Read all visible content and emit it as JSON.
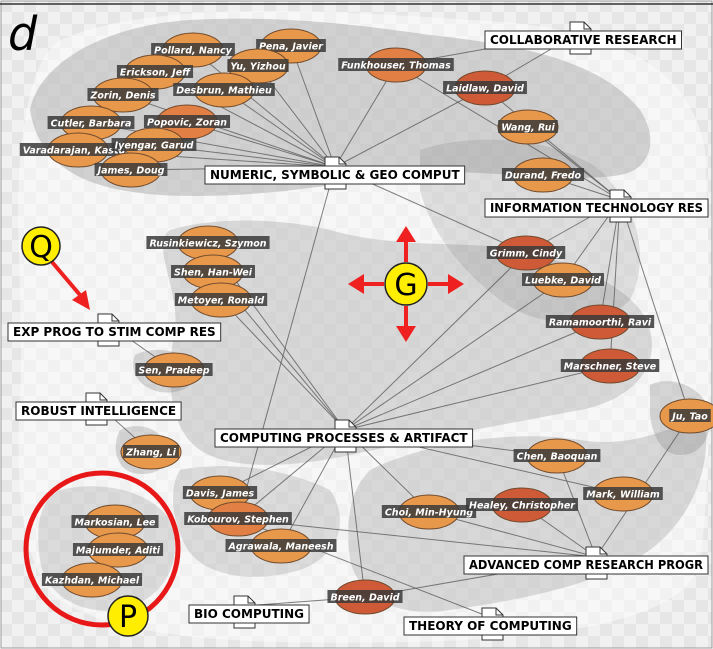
{
  "panel_label": "d",
  "colors": {
    "background": "#ffffff",
    "panel_frame": "#e9e9e9",
    "region_fill": "#6e6e6e",
    "node_light": "#e8984a",
    "node_mid": "#e27f45",
    "node_dark": "#cf5a37",
    "node_outline": "#6e4a2e",
    "edge": "#555555",
    "label_bg": "#3a3a3a",
    "marker_yellow": "#ffee00",
    "arrow_red": "#ee2020",
    "circle_red": "#e81818"
  },
  "markers": {
    "g": "G",
    "q": "Q",
    "p": "P"
  },
  "people": [
    {
      "name": "Pollard, Nancy",
      "shade": "light"
    },
    {
      "name": "Pena, Javier",
      "shade": "light"
    },
    {
      "name": "Erickson, Jeff",
      "shade": "light"
    },
    {
      "name": "Yu, Yizhou",
      "shade": "light"
    },
    {
      "name": "Zorin, Denis",
      "shade": "light"
    },
    {
      "name": "Desbrun, Mathieu",
      "shade": "light"
    },
    {
      "name": "Funkhouser, Thomas",
      "shade": "mid"
    },
    {
      "name": "Laidlaw, David",
      "shade": "dark"
    },
    {
      "name": "Cutler, Barbara",
      "shade": "light"
    },
    {
      "name": "Popovic, Zoran",
      "shade": "mid"
    },
    {
      "name": "Varadarajan, Kasturi",
      "shade": "light"
    },
    {
      "name": "Iyengar, Garud",
      "shade": "light"
    },
    {
      "name": "Wang, Rui",
      "shade": "light"
    },
    {
      "name": "James, Doug",
      "shade": "light"
    },
    {
      "name": "Durand, Fredo",
      "shade": "light"
    },
    {
      "name": "Rusinkiewicz, Szymon",
      "shade": "light"
    },
    {
      "name": "Grimm, Cindy",
      "shade": "dark"
    },
    {
      "name": "Shen, Han-Wei",
      "shade": "light"
    },
    {
      "name": "Luebke, David",
      "shade": "light"
    },
    {
      "name": "Metoyer, Ronald",
      "shade": "light"
    },
    {
      "name": "Ramamoorthi, Ravi",
      "shade": "dark"
    },
    {
      "name": "Sen, Pradeep",
      "shade": "light"
    },
    {
      "name": "Marschner, Steve",
      "shade": "dark"
    },
    {
      "name": "Zhang, Li",
      "shade": "light"
    },
    {
      "name": "Ju, Tao",
      "shade": "light"
    },
    {
      "name": "Chen, Baoquan",
      "shade": "light"
    },
    {
      "name": "Davis, James",
      "shade": "light"
    },
    {
      "name": "Kobourov, Stephen",
      "shade": "mid"
    },
    {
      "name": "Choi, Min-Hyung",
      "shade": "light"
    },
    {
      "name": "Healey, Christopher",
      "shade": "dark"
    },
    {
      "name": "Mark, William",
      "shade": "light"
    },
    {
      "name": "Agrawala, Maneesh",
      "shade": "light"
    },
    {
      "name": "Markosian, Lee",
      "shade": "light"
    },
    {
      "name": "Majumder, Aditi",
      "shade": "light"
    },
    {
      "name": "Kazhdan, Michael",
      "shade": "light"
    },
    {
      "name": "Breen, David",
      "shade": "dark"
    }
  ],
  "grants": [
    {
      "name": "COLLABORATIVE RESEARCH"
    },
    {
      "name": "NUMERIC, SYMBOLIC & GEO COMPUT"
    },
    {
      "name": "INFORMATION TECHNOLOGY RES"
    },
    {
      "name": "EXP PROG TO STIM COMP RES"
    },
    {
      "name": "ROBUST INTELLIGENCE"
    },
    {
      "name": "COMPUTING PROCESSES & ARTIFACT"
    },
    {
      "name": "ADVANCED COMP RESEARCH PROGR"
    },
    {
      "name": "BIO COMPUTING"
    },
    {
      "name": "THEORY OF COMPUTING"
    }
  ],
  "links": [
    [
      "Pollard, Nancy",
      "NUMERIC, SYMBOLIC & GEO COMPUT"
    ],
    [
      "Pena, Javier",
      "NUMERIC, SYMBOLIC & GEO COMPUT"
    ],
    [
      "Erickson, Jeff",
      "NUMERIC, SYMBOLIC & GEO COMPUT"
    ],
    [
      "Yu, Yizhou",
      "NUMERIC, SYMBOLIC & GEO COMPUT"
    ],
    [
      "Zorin, Denis",
      "NUMERIC, SYMBOLIC & GEO COMPUT"
    ],
    [
      "Desbrun, Mathieu",
      "NUMERIC, SYMBOLIC & GEO COMPUT"
    ],
    [
      "Cutler, Barbara",
      "NUMERIC, SYMBOLIC & GEO COMPUT"
    ],
    [
      "Popovic, Zoran",
      "NUMERIC, SYMBOLIC & GEO COMPUT"
    ],
    [
      "Varadarajan, Kasturi",
      "NUMERIC, SYMBOLIC & GEO COMPUT"
    ],
    [
      "Iyengar, Garud",
      "NUMERIC, SYMBOLIC & GEO COMPUT"
    ],
    [
      "James, Doug",
      "NUMERIC, SYMBOLIC & GEO COMPUT"
    ],
    [
      "Funkhouser, Thomas",
      "NUMERIC, SYMBOLIC & GEO COMPUT"
    ],
    [
      "Laidlaw, David",
      "NUMERIC, SYMBOLIC & GEO COMPUT"
    ],
    [
      "Grimm, Cindy",
      "NUMERIC, SYMBOLIC & GEO COMPUT"
    ],
    [
      "Funkhouser, Thomas",
      "COLLABORATIVE RESEARCH"
    ],
    [
      "Laidlaw, David",
      "COLLABORATIVE RESEARCH"
    ],
    [
      "Funkhouser, Thomas",
      "INFORMATION TECHNOLOGY RES"
    ],
    [
      "Laidlaw, David",
      "INFORMATION TECHNOLOGY RES"
    ],
    [
      "Wang, Rui",
      "INFORMATION TECHNOLOGY RES"
    ],
    [
      "Durand, Fredo",
      "INFORMATION TECHNOLOGY RES"
    ],
    [
      "Grimm, Cindy",
      "INFORMATION TECHNOLOGY RES"
    ],
    [
      "Luebke, David",
      "INFORMATION TECHNOLOGY RES"
    ],
    [
      "Ramamoorthi, Ravi",
      "INFORMATION TECHNOLOGY RES"
    ],
    [
      "Marschner, Steve",
      "INFORMATION TECHNOLOGY RES"
    ],
    [
      "Ju, Tao",
      "INFORMATION TECHNOLOGY RES"
    ],
    [
      "Rusinkiewicz, Szymon",
      "COMPUTING PROCESSES & ARTIFACT"
    ],
    [
      "Shen, Han-Wei",
      "COMPUTING PROCESSES & ARTIFACT"
    ],
    [
      "Metoyer, Ronald",
      "COMPUTING PROCESSES & ARTIFACT"
    ],
    [
      "Grimm, Cindy",
      "COMPUTING PROCESSES & ARTIFACT"
    ],
    [
      "Luebke, David",
      "COMPUTING PROCESSES & ARTIFACT"
    ],
    [
      "Ramamoorthi, Ravi",
      "COMPUTING PROCESSES & ARTIFACT"
    ],
    [
      "Marschner, Steve",
      "COMPUTING PROCESSES & ARTIFACT"
    ],
    [
      "Zhang, Li",
      "ROBUST INTELLIGENCE"
    ],
    [
      "Sen, Pradeep",
      "EXP PROG TO STIM COMP RES"
    ],
    [
      "Davis, James",
      "COMPUTING PROCESSES & ARTIFACT"
    ],
    [
      "Mark, William",
      "COMPUTING PROCESSES & ARTIFACT"
    ],
    [
      "Agrawala, Maneesh",
      "COMPUTING PROCESSES & ARTIFACT"
    ],
    [
      "Kobourov, Stephen",
      "COMPUTING PROCESSES & ARTIFACT"
    ],
    [
      "Chen, Baoquan",
      "COMPUTING PROCESSES & ARTIFACT"
    ],
    [
      "Choi, Min-Hyung",
      "COMPUTING PROCESSES & ARTIFACT"
    ],
    [
      "Breen, David",
      "COMPUTING PROCESSES & ARTIFACT"
    ],
    [
      "Kobourov, Stephen",
      "NUMERIC, SYMBOLIC & GEO COMPUT"
    ],
    [
      "Kobourov, Stephen",
      "THEORY OF COMPUTING"
    ],
    [
      "Kobourov, Stephen",
      "ADVANCED COMP RESEARCH PROGR"
    ],
    [
      "Choi, Min-Hyung",
      "ADVANCED COMP RESEARCH PROGR"
    ],
    [
      "Chen, Baoquan",
      "ADVANCED COMP RESEARCH PROGR"
    ],
    [
      "Healey, Christopher",
      "ADVANCED COMP RESEARCH PROGR"
    ],
    [
      "Ju, Tao",
      "ADVANCED COMP RESEARCH PROGR"
    ],
    [
      "Breen, David",
      "ADVANCED COMP RESEARCH PROGR"
    ],
    [
      "Breen, David",
      "BIO COMPUTING"
    ]
  ]
}
